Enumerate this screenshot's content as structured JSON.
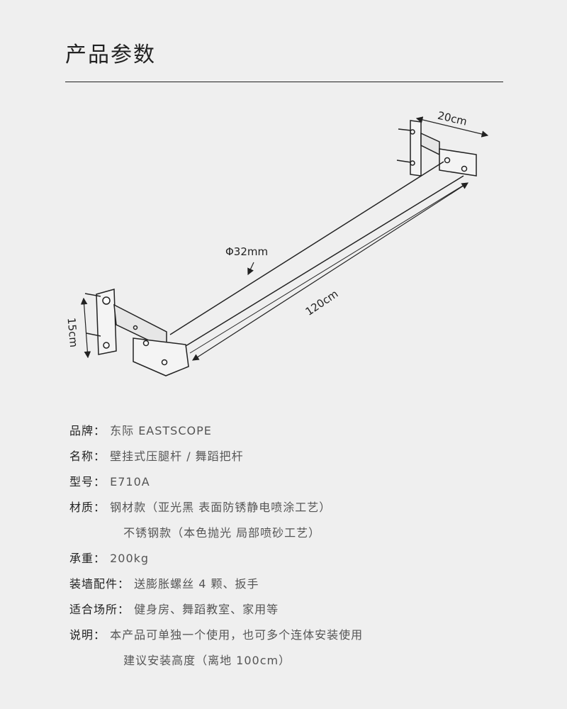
{
  "page": {
    "title": "产品参数"
  },
  "diagram": {
    "dim_depth": "20cm",
    "dim_diameter": "Φ32mm",
    "dim_length": "120cm",
    "dim_height": "15cm"
  },
  "specs": [
    {
      "label": "品牌：",
      "value": "东际 EASTSCOPE"
    },
    {
      "label": "名称：",
      "value": "壁挂式压腿杆 / 舞蹈把杆"
    },
    {
      "label": "型号：",
      "value": "E710A"
    },
    {
      "label": "材质：",
      "value": "钢材款（亚光黑 表面防锈静电喷涂工艺）"
    },
    {
      "label": "",
      "value": "不锈钢款（本色抛光 局部喷砂工艺）"
    },
    {
      "label": "承重：",
      "value": "200kg"
    },
    {
      "label": "装墙配件：",
      "value": "送膨胀螺丝 4 颗、扳手"
    },
    {
      "label": "适合场所：",
      "value": "健身房、舞蹈教室、家用等"
    },
    {
      "label": "说明：",
      "value": "本产品可单独一个使用，也可多个连体安装使用"
    },
    {
      "label": "",
      "value": "建议安装高度（离地 100cm）"
    }
  ]
}
